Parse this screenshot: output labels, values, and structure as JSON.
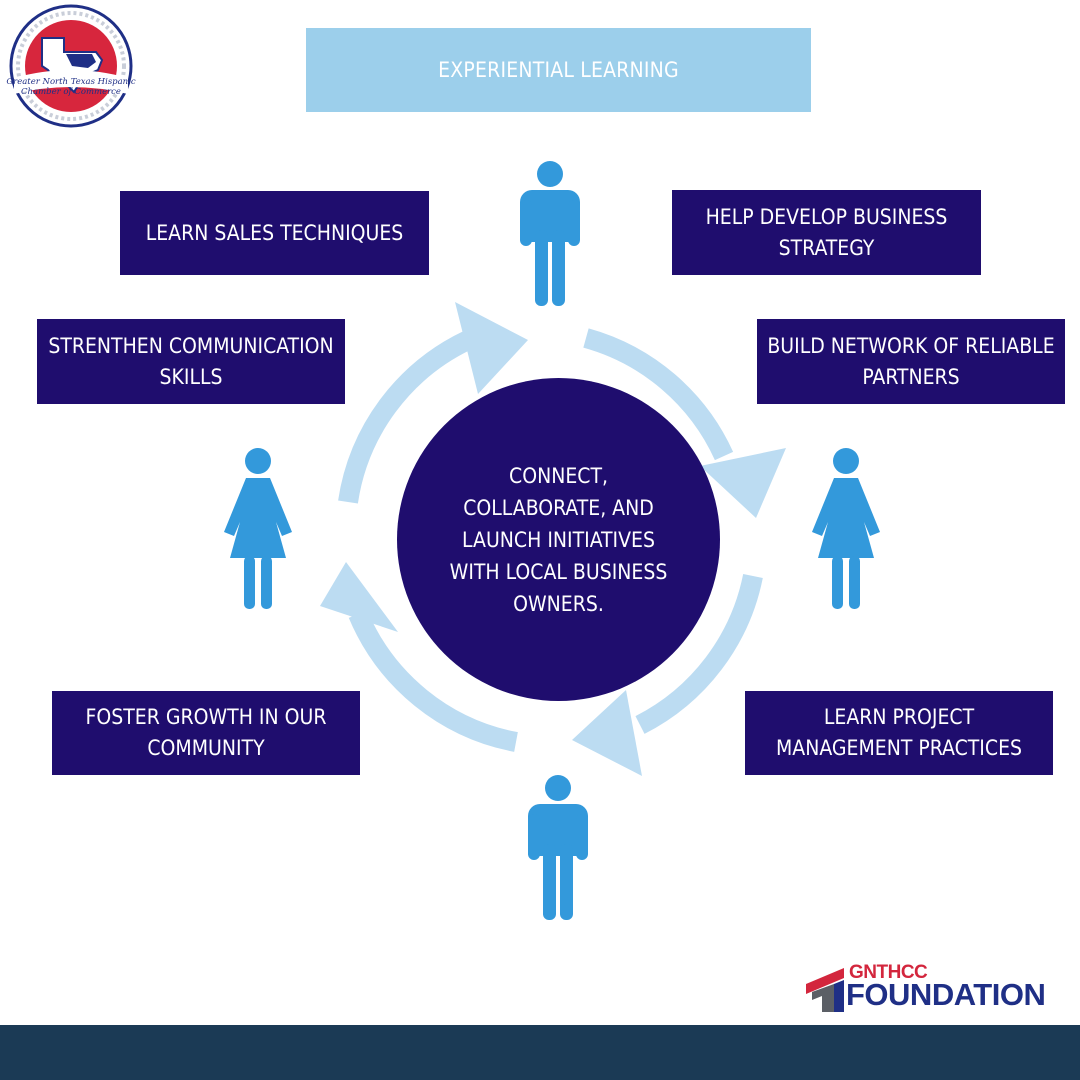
{
  "header": {
    "title": "EXPERIENTIAL LEARNING"
  },
  "center": {
    "text": "CONNECT, COLLABORATE, AND LAUNCH INITIATIVES WITH LOCAL BUSINESS OWNERS."
  },
  "boxes": {
    "sales": "LEARN SALES TECHNIQUES",
    "strategy": "HELP DEVELOP BUSINESS STRATEGY",
    "communication": "STRENTHEN COMMUNICATION SKILLS",
    "network": "BUILD NETWORK OF RELIABLE PARTNERS",
    "community": "FOSTER GROWTH IN OUR COMMUNITY",
    "project": "LEARN PROJECT MANAGEMENT PRACTICES"
  },
  "logo": {
    "text": "Greater North Texas Hispanic Chamber of Commerce"
  },
  "brand": {
    "small": "GNTHCC",
    "big": "FOUNDATION"
  },
  "colors": {
    "navy": "#1f0d6e",
    "light_blue": "#9ccfeb",
    "arrow": "#bcdcf2",
    "person": "#3399db",
    "footer": "#1b3a55"
  }
}
